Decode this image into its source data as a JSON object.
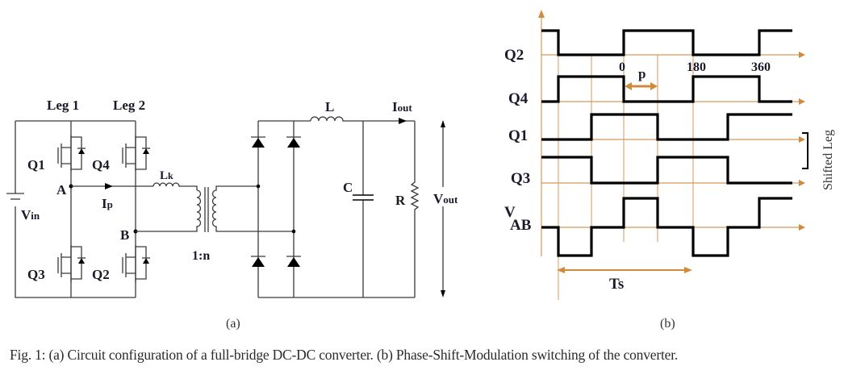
{
  "figure": {
    "panel_a": {
      "label": "(a)",
      "legs": [
        "Leg 1",
        "Leg 2"
      ],
      "switches": [
        "Q1",
        "Q4",
        "Q3",
        "Q2"
      ],
      "nodes": [
        "A",
        "B"
      ],
      "source": "V",
      "source_sub": "in",
      "current_primary": "I",
      "current_primary_sub": "p",
      "leakage_inductor": "L",
      "leakage_inductor_sub": "k",
      "turns_ratio": "1:n",
      "output_inductor": "L",
      "capacitor": "C",
      "resistor": "R",
      "output_current": "I",
      "output_current_sub": "out",
      "output_voltage": "V",
      "output_voltage_sub": "out"
    },
    "panel_b": {
      "label": "(b)",
      "signals": [
        "Q2",
        "Q4",
        "Q1",
        "Q3"
      ],
      "vab_main": "V",
      "vab_sub": "AB",
      "angle_labels": [
        "0",
        "180",
        "360"
      ],
      "phase_label": "p",
      "period_label": "Ts",
      "bracket_label": "Shifted Leg"
    },
    "caption": "Fig. 1: (a) Circuit configuration of a full-bridge DC-DC converter. (b) Phase-Shift-Modulation switching of the converter."
  },
  "chart_data": {
    "type": "line",
    "title": "Phase-Shift-Modulation switching",
    "xlabel": "",
    "ylabel": "",
    "x_ticks": [
      "0",
      "180",
      "360"
    ],
    "annotations": [
      "p",
      "Ts",
      "Shifted Leg"
    ],
    "transitions_x": [
      0,
      1,
      2,
      3,
      4,
      5,
      6,
      7,
      8
    ],
    "series": [
      {
        "name": "Q2",
        "levels": [
          1,
          0,
          0,
          1,
          1,
          0,
          0,
          1
        ]
      },
      {
        "name": "Q4",
        "levels": [
          0,
          1,
          1,
          0,
          0,
          1,
          1,
          0
        ]
      },
      {
        "name": "Q1",
        "levels": [
          0,
          0,
          1,
          1,
          0,
          0,
          1,
          1
        ]
      },
      {
        "name": "Q3",
        "levels": [
          1,
          1,
          0,
          0,
          1,
          1,
          0,
          0
        ]
      },
      {
        "name": "VAB",
        "levels": [
          0,
          -1,
          0,
          1,
          0,
          -1,
          0,
          1
        ]
      }
    ]
  }
}
